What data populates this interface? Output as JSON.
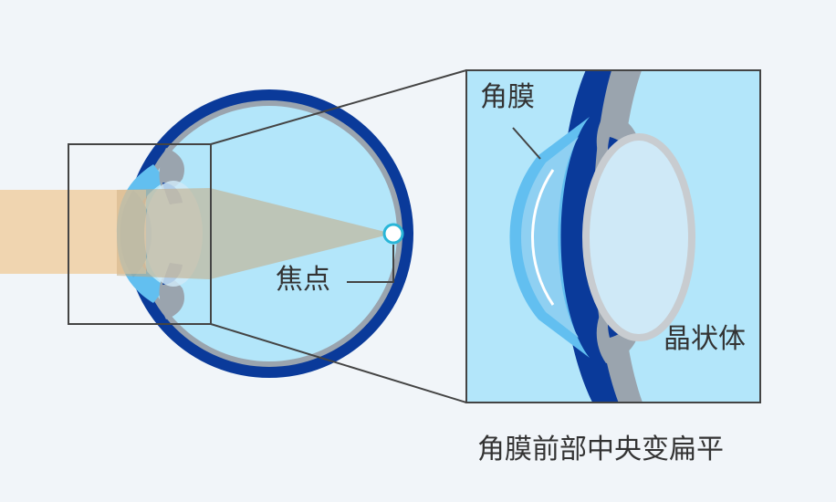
{
  "labels": {
    "focus": "焦点",
    "cornea": "角膜",
    "lens": "晶状体",
    "caption": "角膜前部中央变扁平"
  },
  "colors": {
    "background": "#f1f5f9",
    "sclera_dark_blue": "#0a3a9a",
    "eye_gray_ring": "#9aa4ae",
    "eye_interior": "#b3e6fa",
    "cornea_blue": "#62bff0",
    "light_beam": "#f0d5b0",
    "focal_point": "#29b6d8"
  }
}
